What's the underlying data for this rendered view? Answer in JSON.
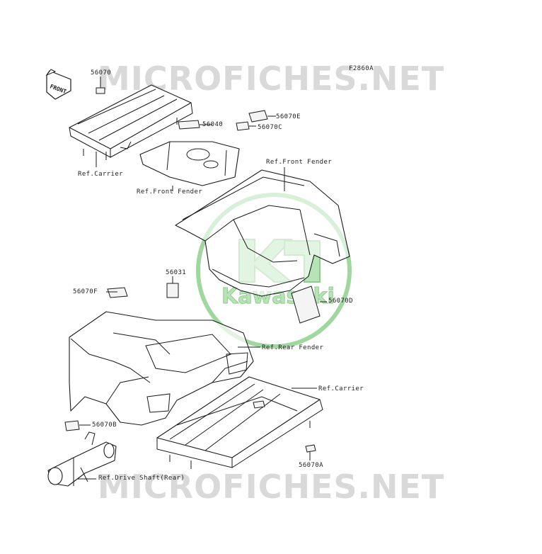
{
  "diagram_code": "F2860A",
  "watermark": "MICROFICHES.NET",
  "logo_text": "Kawasaki",
  "front_tag": "FRONT",
  "labels": {
    "p56070": "56070",
    "p56070e": "56070E",
    "p56040": "56040",
    "p56070c": "56070C",
    "ref_carrier_front": "Ref.Carrier",
    "ref_front_fender_lower": "Ref.Front Fender",
    "ref_front_fender_upper": "Ref.Front Fender",
    "p56031": "56031",
    "p56070f": "56070F",
    "p56070d": "56070D",
    "ref_rear_fender": "Ref.Rear Fender",
    "ref_carrier_rear": "Ref.Carrier",
    "p56070b": "56070B",
    "p56070a": "56070A",
    "ref_drive_shaft": "Ref.Drive Shaft(Rear)"
  },
  "colors": {
    "watermark": "#d9d9d9",
    "logo_green": "#9fd79f",
    "line": "#1a1a1a"
  }
}
